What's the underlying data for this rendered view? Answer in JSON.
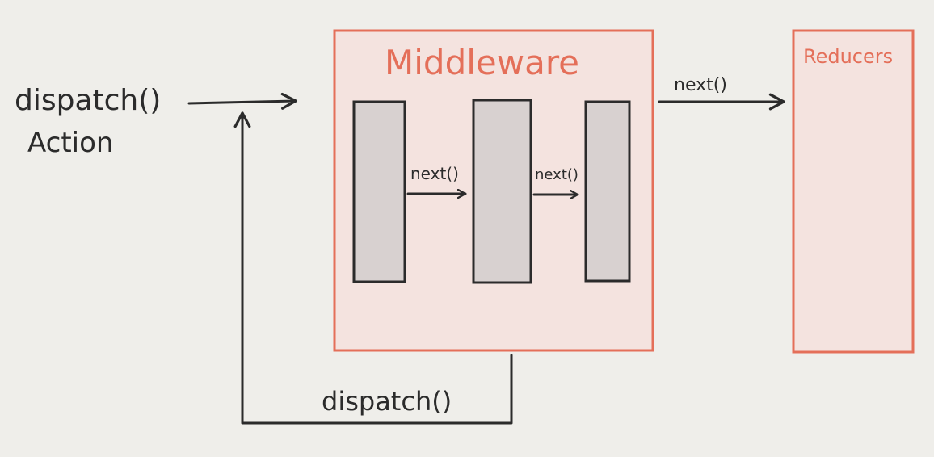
{
  "input": {
    "line1": "dispatch()",
    "line2": "Action"
  },
  "middleware": {
    "title": "Middleware",
    "step1_label": "next()",
    "step2_label": "next()"
  },
  "output": {
    "label": "next()"
  },
  "reducers": {
    "title": "Reducers"
  },
  "loop": {
    "label": "dispatch()"
  },
  "colors": {
    "background": "#efeeea",
    "accent": "#e46f59",
    "panel_fill": "#f4e3df",
    "block_fill": "#d8d1d0",
    "ink": "#2b2b2b"
  }
}
